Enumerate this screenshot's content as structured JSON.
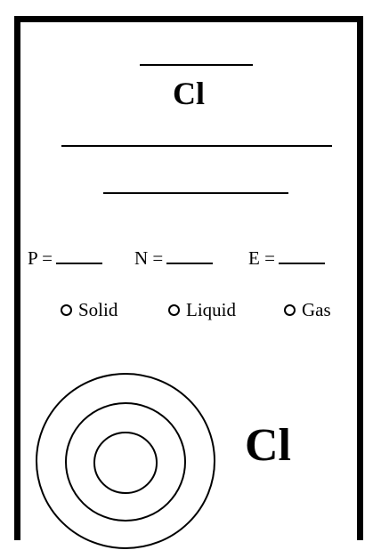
{
  "card": {
    "symbol_top": "Cl",
    "symbol_bottom": "Cl",
    "particles": {
      "protons_label": "P =",
      "neutrons_label": "N =",
      "electrons_label": "E ="
    },
    "states": {
      "solid": "Solid",
      "liquid": "Liquid",
      "gas": "Gas"
    },
    "bohr_model": {
      "shell_count": 3
    }
  }
}
